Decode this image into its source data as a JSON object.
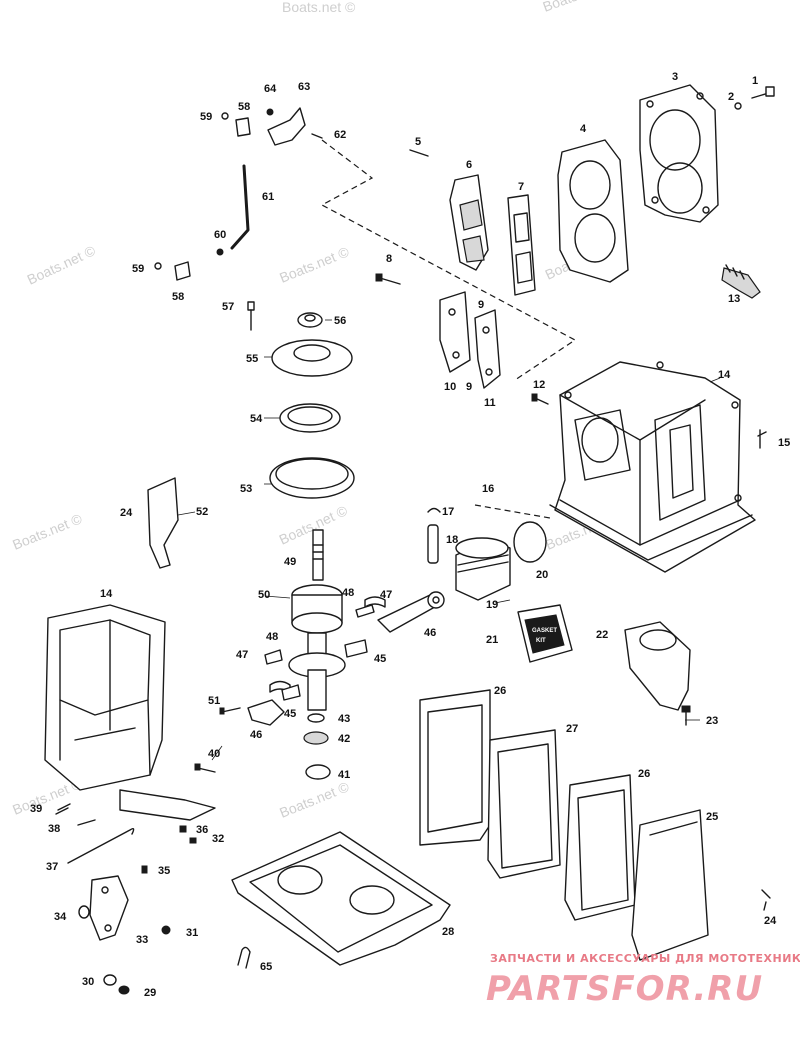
{
  "watermarks": [
    "Boats.net ©",
    "Boats.net ©",
    "Boats.net ©",
    "Boats.net ©",
    "Boats.net ©",
    "Boats.net ©",
    "Boats.net ©",
    "Boats.net ©",
    "Boats.net ©",
    "Boats.net ©"
  ],
  "brand": {
    "tagline": "ЗАПЧАСТИ И АКСЕССУАРЫ ДЛЯ МОТОТЕХНИКИ",
    "name": "PARTSFOR.RU",
    "color": "#e87a86"
  },
  "gasket_kit_label": [
    "GASKET",
    "KIT"
  ],
  "callouts": {
    "c1": "1",
    "c2": "2",
    "c3": "3",
    "c4": "4",
    "c5": "5",
    "c6": "6",
    "c7": "7",
    "c8": "8",
    "c9a": "9",
    "c9b": "9",
    "c10": "10",
    "c11": "11",
    "c12": "12",
    "c13": "13",
    "c14a": "14",
    "c14b": "14",
    "c15": "15",
    "c16": "16",
    "c17": "17",
    "c18": "18",
    "c19": "19",
    "c20": "20",
    "c21": "21",
    "c22": "22",
    "c23": "23",
    "c24a": "24",
    "c24b": "24",
    "c25": "25",
    "c26a": "26",
    "c26b": "26",
    "c27": "27",
    "c28": "28",
    "c29": "29",
    "c30": "30",
    "c31": "31",
    "c32": "32",
    "c33": "33",
    "c34": "34",
    "c35": "35",
    "c36": "36",
    "c37": "37",
    "c38": "38",
    "c39": "39",
    "c40": "40",
    "c41": "41",
    "c42": "42",
    "c43": "43",
    "c45a": "45",
    "c45b": "45",
    "c46a": "46",
    "c46b": "46",
    "c47a": "47",
    "c47b": "47",
    "c48a": "48",
    "c48b": "48",
    "c49": "49",
    "c50": "50",
    "c51": "51",
    "c52": "52",
    "c53": "53",
    "c54": "54",
    "c55": "55",
    "c56": "56",
    "c57": "57",
    "c58a": "58",
    "c58b": "58",
    "c59a": "59",
    "c59b": "59",
    "c60": "60",
    "c61": "61",
    "c62": "62",
    "c63": "63",
    "c64": "64",
    "c65": "65"
  }
}
